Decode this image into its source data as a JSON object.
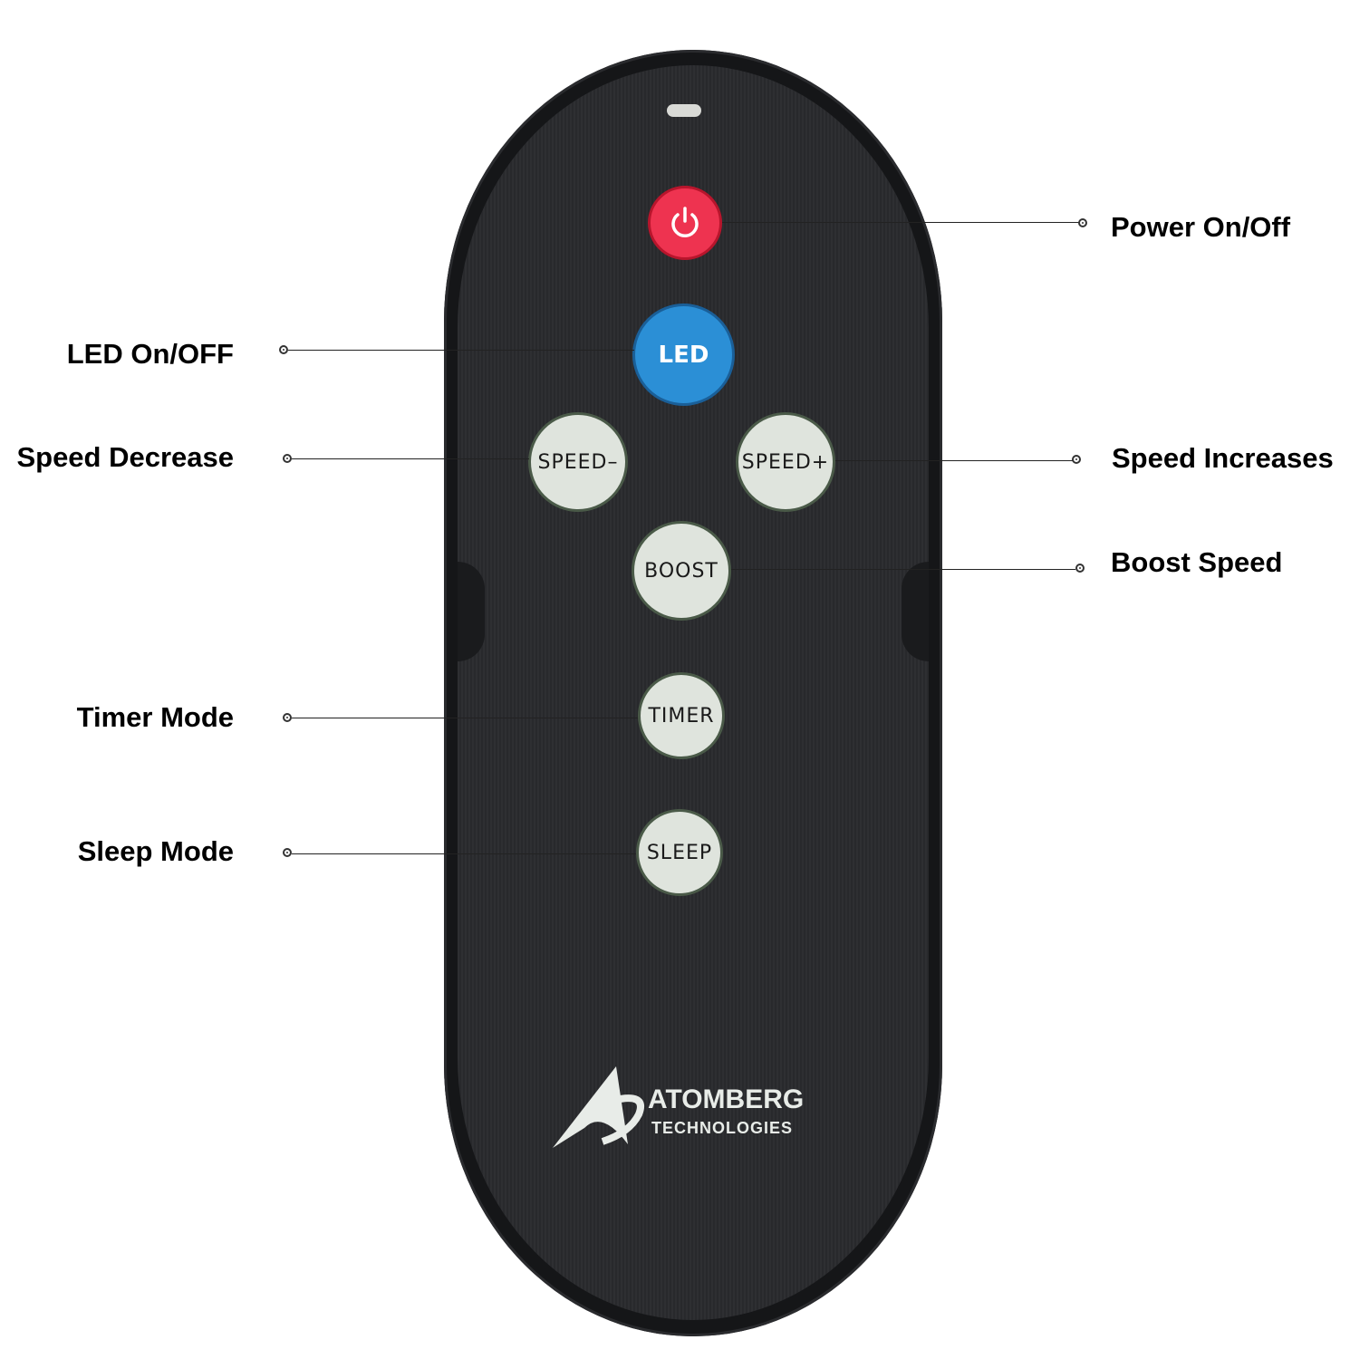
{
  "remote": {
    "brand_name": "ATOMBERG",
    "brand_sub": "TECHNOLOGIES",
    "buttons": {
      "power": {
        "icon": "power-icon",
        "color": "#ee3350"
      },
      "led": {
        "label": "LED",
        "color": "#2b8fd6"
      },
      "speed_minus": {
        "label": "SPEED–"
      },
      "speed_plus": {
        "label": "SPEED+"
      },
      "boost": {
        "label": "BOOST"
      },
      "timer": {
        "label": "TIMER"
      },
      "sleep": {
        "label": "SLEEP"
      }
    }
  },
  "callouts": {
    "power": "Power On/Off",
    "led": "LED On/OFF",
    "speed_decrease": "Speed Decrease",
    "speed_increase": "Speed Increases",
    "boost": "Boost Speed",
    "timer": "Timer Mode",
    "sleep": "Sleep Mode"
  }
}
